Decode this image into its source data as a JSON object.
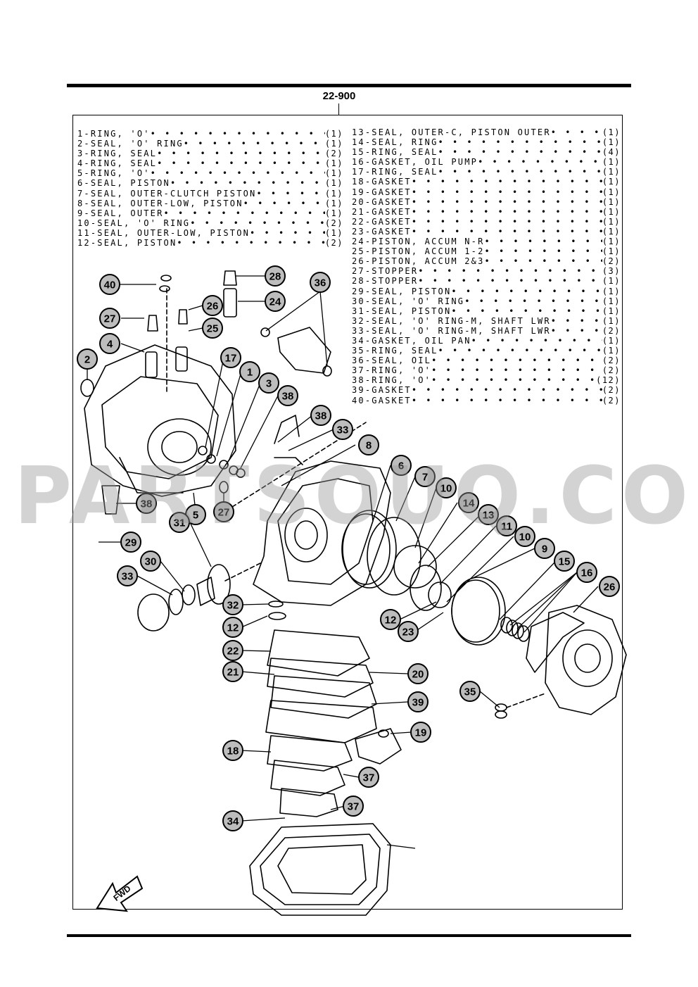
{
  "page": {
    "reference": "22-900",
    "watermark": "PARTSOUQ.COM",
    "fwd_label": "FWD"
  },
  "parts_left": [
    {
      "label": "1-RING, 'O'",
      "qty": "(1)"
    },
    {
      "label": "2-SEAL, 'O' RING",
      "qty": "(1)"
    },
    {
      "label": "3-RING, SEAL",
      "qty": "(2)"
    },
    {
      "label": "4-RING, SEAL",
      "qty": "(1)"
    },
    {
      "label": "5-RING, 'O'",
      "qty": "(1)"
    },
    {
      "label": "6-SEAL, PISTON",
      "qty": "(1)"
    },
    {
      "label": "7-SEAL, OUTER-CLUTCH PISTON",
      "qty": "(1)"
    },
    {
      "label": "8-SEAL, OUTER-LOW, PISTON",
      "qty": "(1)"
    },
    {
      "label": "9-SEAL, OUTER",
      "qty": "(1)"
    },
    {
      "label": "10-SEAL, 'O' RING",
      "qty": "(2)"
    },
    {
      "label": "11-SEAL, OUTER-LOW, PISTON",
      "qty": "(1)"
    },
    {
      "label": "12-SEAL, PISTON",
      "qty": "(2)"
    }
  ],
  "parts_right": [
    {
      "label": "13-SEAL, OUTER-C, PISTON OUTER",
      "qty": "(1)"
    },
    {
      "label": "14-SEAL, RING",
      "qty": "(1)"
    },
    {
      "label": "15-RING, SEAL",
      "qty": "(4)"
    },
    {
      "label": "16-GASKET, OIL PUMP",
      "qty": "(1)"
    },
    {
      "label": "17-RING, SEAL",
      "qty": "(1)"
    },
    {
      "label": "18-GASKET",
      "qty": "(1)"
    },
    {
      "label": "19-GASKET",
      "qty": "(1)"
    },
    {
      "label": "20-GASKET",
      "qty": "(1)"
    },
    {
      "label": "21-GASKET",
      "qty": "(1)"
    },
    {
      "label": "22-GASKET",
      "qty": "(1)"
    },
    {
      "label": "23-GASKET",
      "qty": "(1)"
    },
    {
      "label": "24-PISTON, ACCUM N-R",
      "qty": "(1)"
    },
    {
      "label": "25-PISTON, ACCUM 1-2",
      "qty": "(1)"
    },
    {
      "label": "26-PISTON, ACCUM 2&3",
      "qty": "(2)"
    },
    {
      "label": "27-STOPPER",
      "qty": "(3)"
    },
    {
      "label": "28-STOPPER",
      "qty": "(1)"
    },
    {
      "label": "29-SEAL, PISTON",
      "qty": "(1)"
    },
    {
      "label": "30-SEAL, 'O' RING",
      "qty": "(1)"
    },
    {
      "label": "31-SEAL, PISTON",
      "qty": "(1)"
    },
    {
      "label": "32-SEAL, 'O' RING-M, SHAFT LWR",
      "qty": "(1)"
    },
    {
      "label": "33-SEAL, 'O' RING-M, SHAFT LWR",
      "qty": "(2)"
    },
    {
      "label": "34-GASKET, OIL PAN",
      "qty": "(1)"
    },
    {
      "label": "35-RING, SEAL",
      "qty": "(1)"
    },
    {
      "label": "36-SEAL, OIL",
      "qty": "(2)"
    },
    {
      "label": "37-RING, 'O'",
      "qty": "(2)"
    },
    {
      "label": "38-RING, 'O'",
      "qty": "(12)"
    },
    {
      "label": "39-GASKET",
      "qty": "(2)"
    },
    {
      "label": "40-GASKET",
      "qty": "(2)"
    }
  ],
  "callouts": [
    "40",
    "28",
    "36",
    "27",
    "24",
    "26",
    "25",
    "4",
    "2",
    "17",
    "1",
    "3",
    "38",
    "38",
    "33",
    "8",
    "6",
    "7",
    "10",
    "14",
    "13",
    "11",
    "10",
    "9",
    "15",
    "16",
    "26",
    "38",
    "5",
    "27",
    "29",
    "31",
    "30",
    "33",
    "32",
    "12",
    "12",
    "23",
    "22",
    "21",
    "20",
    "39",
    "35",
    "19",
    "18",
    "37",
    "37",
    "34"
  ]
}
